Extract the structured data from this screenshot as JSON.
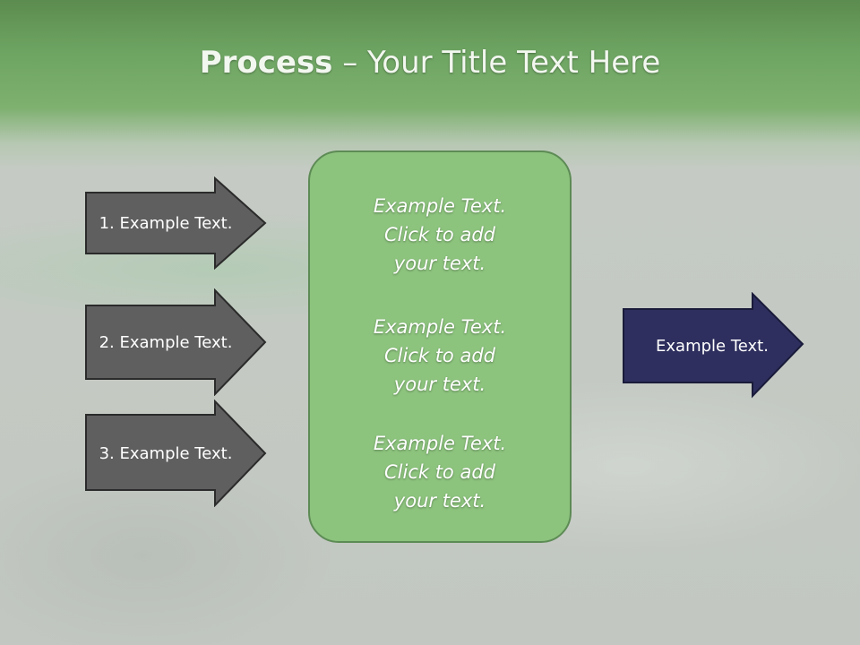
{
  "title": {
    "bold": "Process",
    "rest": " – Your Title Text Here"
  },
  "left_arrows": [
    {
      "label": "1. Example Text."
    },
    {
      "label": "2. Example Text."
    },
    {
      "label": "3. Example Text."
    }
  ],
  "center_box": {
    "blocks": [
      {
        "text": "Example Text.\nClick  to add\nyour text."
      },
      {
        "text": "Example Text.\nClick  to add\nyour text."
      },
      {
        "text": "Example Text.\nClick  to add\nyour text."
      }
    ]
  },
  "right_arrow": {
    "label": "Example Text."
  },
  "colors": {
    "left_arrow_fill": "#5f5f5f",
    "right_arrow_fill": "#2e2f5e",
    "center_fill": "#8cc37d",
    "header_green": "#6ea563"
  }
}
